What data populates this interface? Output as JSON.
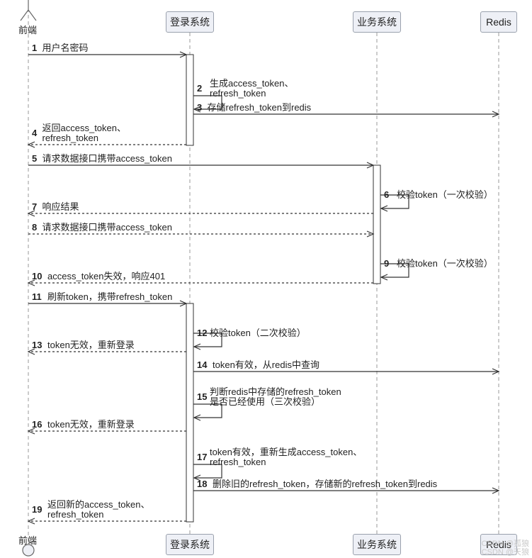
{
  "participants": {
    "frontend": "前端",
    "login": "登录系统",
    "business": "业务系统",
    "redis": "Redis"
  },
  "messages": [
    {
      "num": "1",
      "text": [
        "用户名密码"
      ],
      "from": "frontend",
      "to": "login",
      "dashed": false
    },
    {
      "num": "2",
      "text": [
        "生成access_token、",
        "refresh_token"
      ],
      "from": "login",
      "to": "login",
      "dashed": false
    },
    {
      "num": "3",
      "text": [
        "存储refresh_token到redis"
      ],
      "from": "login",
      "to": "redis",
      "dashed": false
    },
    {
      "num": "4",
      "text": [
        "返回access_token、",
        "refresh_token"
      ],
      "from": "login",
      "to": "frontend",
      "dashed": true
    },
    {
      "num": "5",
      "text": [
        "请求数据接口携带access_token"
      ],
      "from": "frontend",
      "to": "business",
      "dashed": false
    },
    {
      "num": "6",
      "text": [
        "校验token（一次校验）"
      ],
      "from": "business",
      "to": "business",
      "dashed": false
    },
    {
      "num": "7",
      "text": [
        "响应结果"
      ],
      "from": "business",
      "to": "frontend",
      "dashed": true
    },
    {
      "num": "8",
      "text": [
        "请求数据接口携带access_token"
      ],
      "from": "frontend",
      "to": "business",
      "dashed": true
    },
    {
      "num": "9",
      "text": [
        "校验token（一次校验）"
      ],
      "from": "business",
      "to": "business",
      "dashed": false
    },
    {
      "num": "10",
      "text": [
        "access_token失效，响应401"
      ],
      "from": "business",
      "to": "frontend",
      "dashed": true
    },
    {
      "num": "11",
      "text": [
        "刷新token，携带refresh_token"
      ],
      "from": "frontend",
      "to": "login",
      "dashed": false
    },
    {
      "num": "12",
      "text": [
        "校验token（二次校验）"
      ],
      "from": "login",
      "to": "login",
      "dashed": false
    },
    {
      "num": "13",
      "text": [
        "token无效，重新登录"
      ],
      "from": "login",
      "to": "frontend",
      "dashed": true
    },
    {
      "num": "14",
      "text": [
        "token有效，从redis中查询"
      ],
      "from": "login",
      "to": "redis",
      "dashed": false
    },
    {
      "num": "15",
      "text": [
        "判断redis中存储的refresh_token",
        "是否已经使用（三次校验）"
      ],
      "from": "login",
      "to": "login",
      "dashed": false
    },
    {
      "num": "16",
      "text": [
        "token无效，重新登录"
      ],
      "from": "login",
      "to": "frontend",
      "dashed": true
    },
    {
      "num": "17",
      "text": [
        "token有效，重新生成access_token、",
        "refresh_token"
      ],
      "from": "login",
      "to": "login",
      "dashed": false
    },
    {
      "num": "18",
      "text": [
        "删除旧的refresh_token，存储新的refresh_token到redis"
      ],
      "from": "login",
      "to": "redis",
      "dashed": false
    },
    {
      "num": "19",
      "text": [
        "返回新的access_token、",
        "refresh_token"
      ],
      "from": "login",
      "to": "frontend",
      "dashed": true
    }
  ],
  "watermark": [
    "CSDN @孤狼",
    "CSDN @天狼"
  ],
  "colors": {
    "box_fill": "#eef0f6",
    "box_border": "#9aa1ad",
    "line": "#333333",
    "lifeline": "#999999",
    "activation_fill": "#ffffff"
  }
}
